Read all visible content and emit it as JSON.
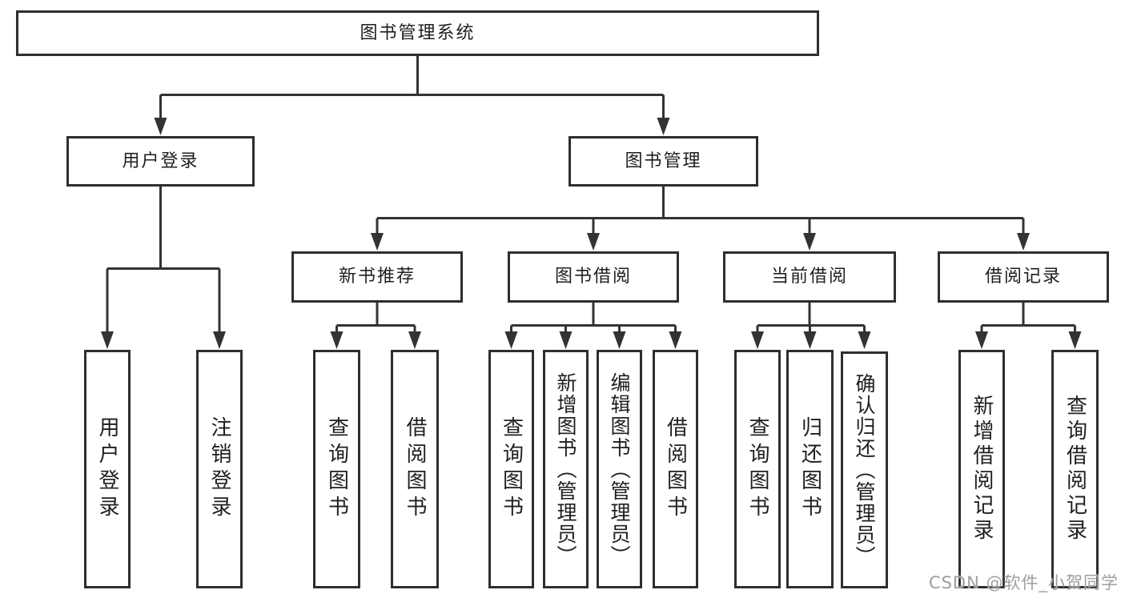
{
  "diagram": {
    "root": {
      "label": "图书管理系统"
    },
    "l2": [
      {
        "label": "用户登录"
      },
      {
        "label": "图书管理"
      }
    ],
    "l3": [
      {
        "label": "新书推荐"
      },
      {
        "label": "图书借阅"
      },
      {
        "label": "当前借阅"
      },
      {
        "label": "借阅记录"
      }
    ],
    "leaves": [
      {
        "label": "用户登录"
      },
      {
        "label": "注销登录"
      },
      {
        "label": "查询图书"
      },
      {
        "label": "借阅图书"
      },
      {
        "label": "查询图书"
      },
      {
        "label": "新增图书（管理员）"
      },
      {
        "label": "编辑图书（管理员）"
      },
      {
        "label": "借阅图书"
      },
      {
        "label": "查询图书"
      },
      {
        "label": "归还图书"
      },
      {
        "label": "确认归还（管理员）"
      },
      {
        "label": "新增借阅记录"
      },
      {
        "label": "查询借阅记录"
      }
    ],
    "line_color": "#333333"
  },
  "watermark": {
    "text": "CSDN @软件_小贺同学"
  }
}
